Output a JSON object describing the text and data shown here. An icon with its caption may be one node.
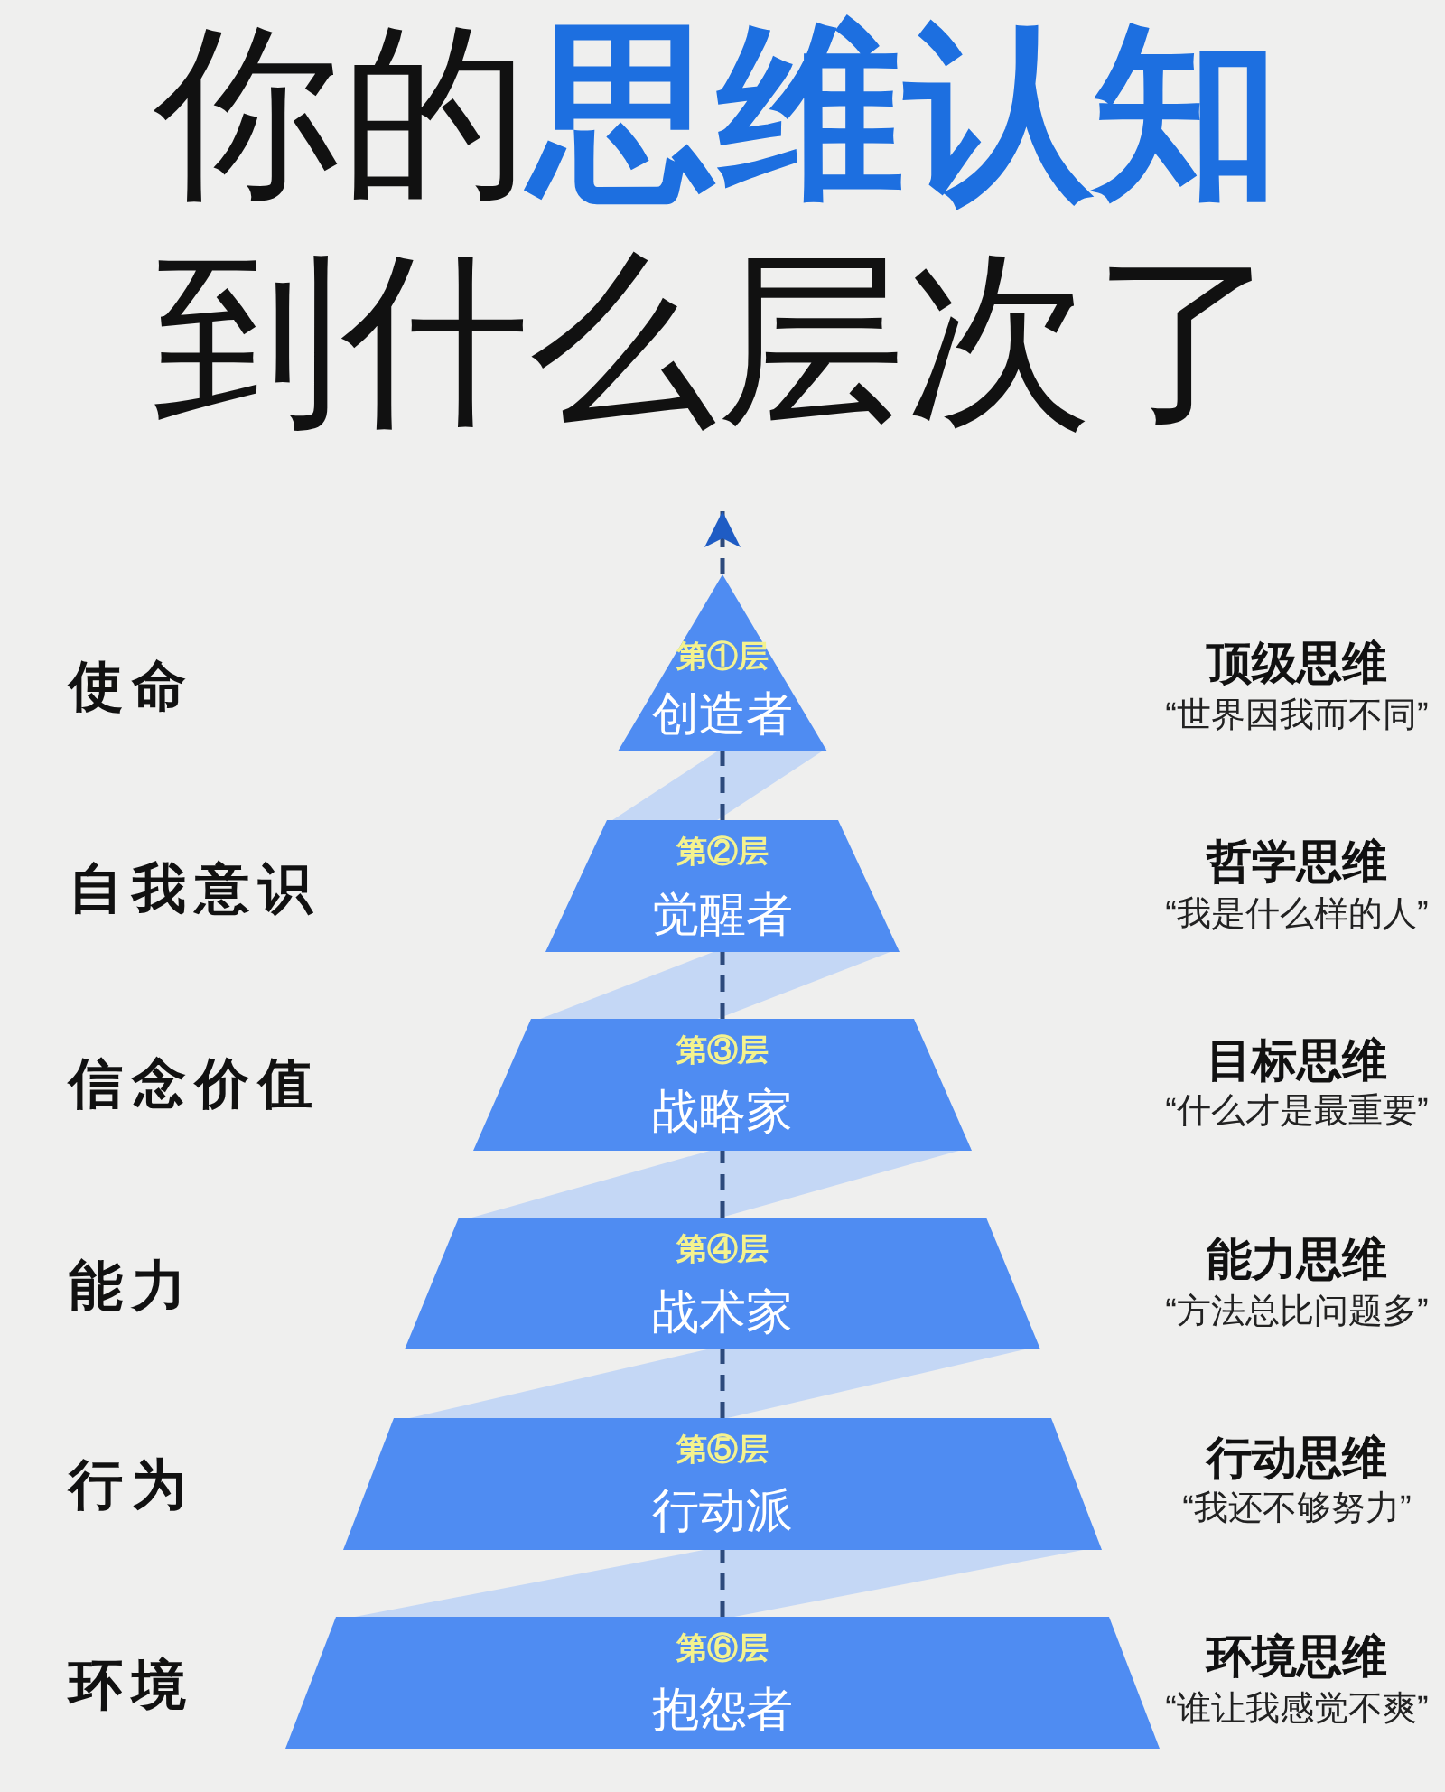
{
  "diagram": {
    "title": "你的**思维认知**到什么层次了",
    "nodes": [
      {
        "text": [
          "第①层",
          "创造者"
        ],
        "beside": [
          "顶级思维",
          "“世界因我而不同”"
        ]
      },
      {
        "text": [
          "第②层",
          "觉醒者"
        ],
        "beside": [
          "哲学思维",
          "“我是什么样的人”"
        ]
      },
      {
        "text": [
          "第③层",
          "战略家"
        ],
        "beside": [
          "目标思维",
          "“什么才是最重要”"
        ]
      },
      {
        "text": [
          "第④层",
          "战术家"
        ],
        "beside": [
          "能力思维",
          "“方法总比问题多”"
        ]
      },
      {
        "text": [
          "第⑤层",
          "行动派"
        ],
        "beside": [
          "行动思维",
          "“我还不够努力”"
        ]
      },
      {
        "text": [
          "第⑥层",
          "抱怨者"
        ],
        "beside": [
          "环境思维",
          "“谁让我感觉不爽”"
        ]
      }
    ],
    "edges": [
      {
        "from": 5,
        "to": 4,
        "arrow": "none",
        "style": "dashed"
      },
      {
        "from": 4,
        "to": 3,
        "arrow": "none",
        "style": "dashed"
      },
      {
        "from": 3,
        "to": 2,
        "arrow": "none",
        "style": "dashed"
      },
      {
        "from": 2,
        "to": 1,
        "arrow": "none",
        "style": "dashed"
      },
      {
        "from": 1,
        "to": 0,
        "arrow": "none",
        "style": "dashed"
      },
      {
        "from": 0,
        "to": null,
        "arrow": "to",
        "style": "dashed"
      }
    ],
    "labels": [
      "使命",
      "自我意识",
      "信念价值",
      "能力",
      "行为",
      "环境"
    ]
  }
}
